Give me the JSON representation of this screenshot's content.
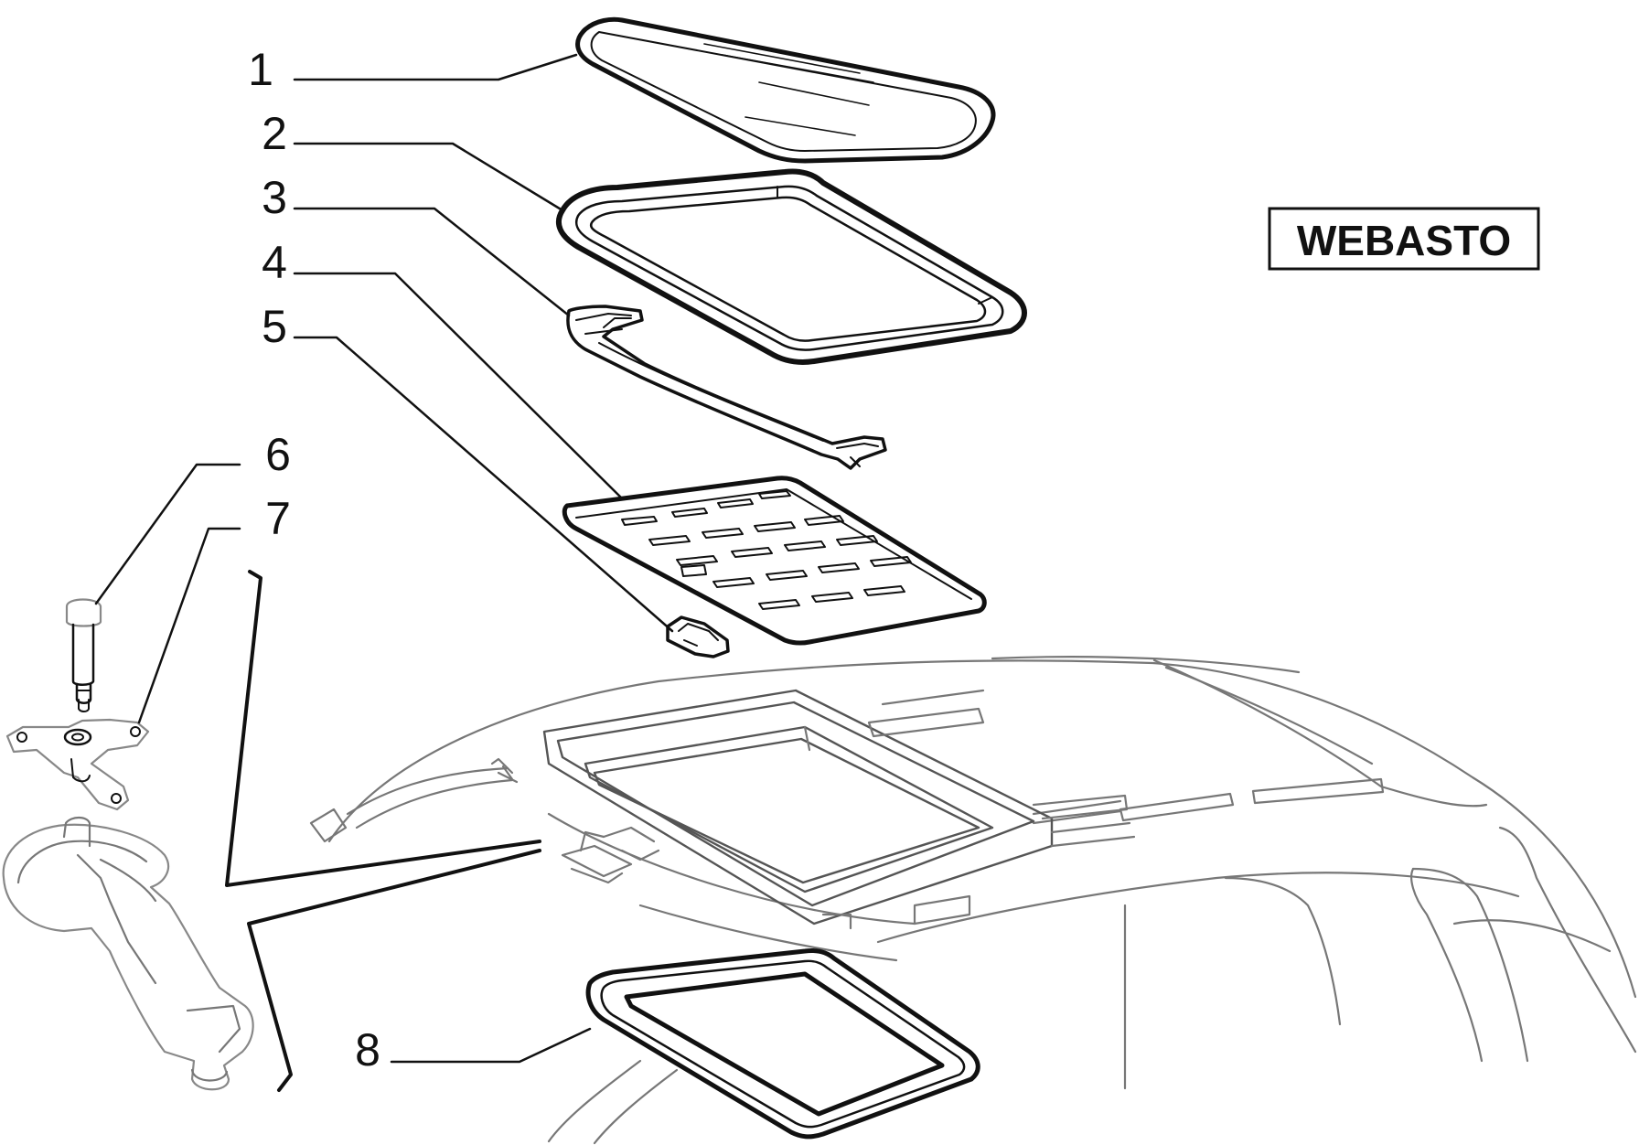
{
  "brand_label": "WEBASTO",
  "callouts": [
    {
      "id": "1",
      "label": "1"
    },
    {
      "id": "2",
      "label": "2"
    },
    {
      "id": "3",
      "label": "3"
    },
    {
      "id": "4",
      "label": "4"
    },
    {
      "id": "5",
      "label": "5"
    },
    {
      "id": "6",
      "label": "6"
    },
    {
      "id": "7",
      "label": "7"
    },
    {
      "id": "8",
      "label": "8"
    }
  ]
}
